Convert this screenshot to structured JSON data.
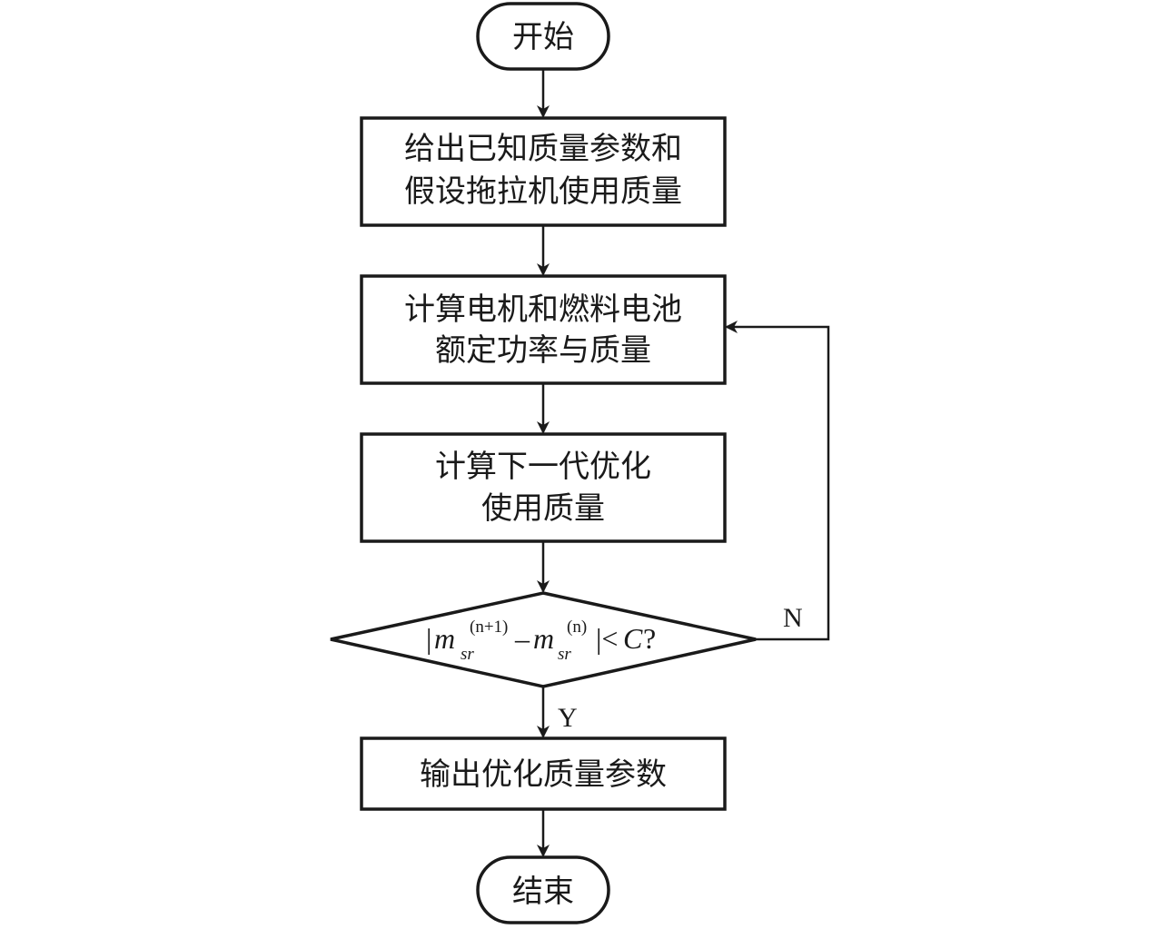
{
  "nodes": {
    "start": {
      "label": "开始"
    },
    "init": {
      "line1": "给出已知质量参数和",
      "line2": "假设拖拉机使用质量"
    },
    "compute_rated": {
      "line1": "计算电机和燃料电池",
      "line2": "额定功率与质量"
    },
    "compute_next": {
      "line1": "计算下一代优化",
      "line2": "使用质量"
    },
    "decision": {
      "bar_left": "|",
      "var": "m",
      "sub": "sr",
      "sup1": "(n+1)",
      "minus": "–",
      "sup2": "(n)",
      "bar_right": "|<",
      "const": "C",
      "q": "?"
    },
    "output": {
      "label": "输出优化质量参数"
    },
    "end": {
      "label": "结束"
    }
  },
  "edges": {
    "no_label": "N",
    "yes_label": "Y"
  },
  "colors": {
    "stroke": "#1a1a1a",
    "fill": "#ffffff"
  }
}
